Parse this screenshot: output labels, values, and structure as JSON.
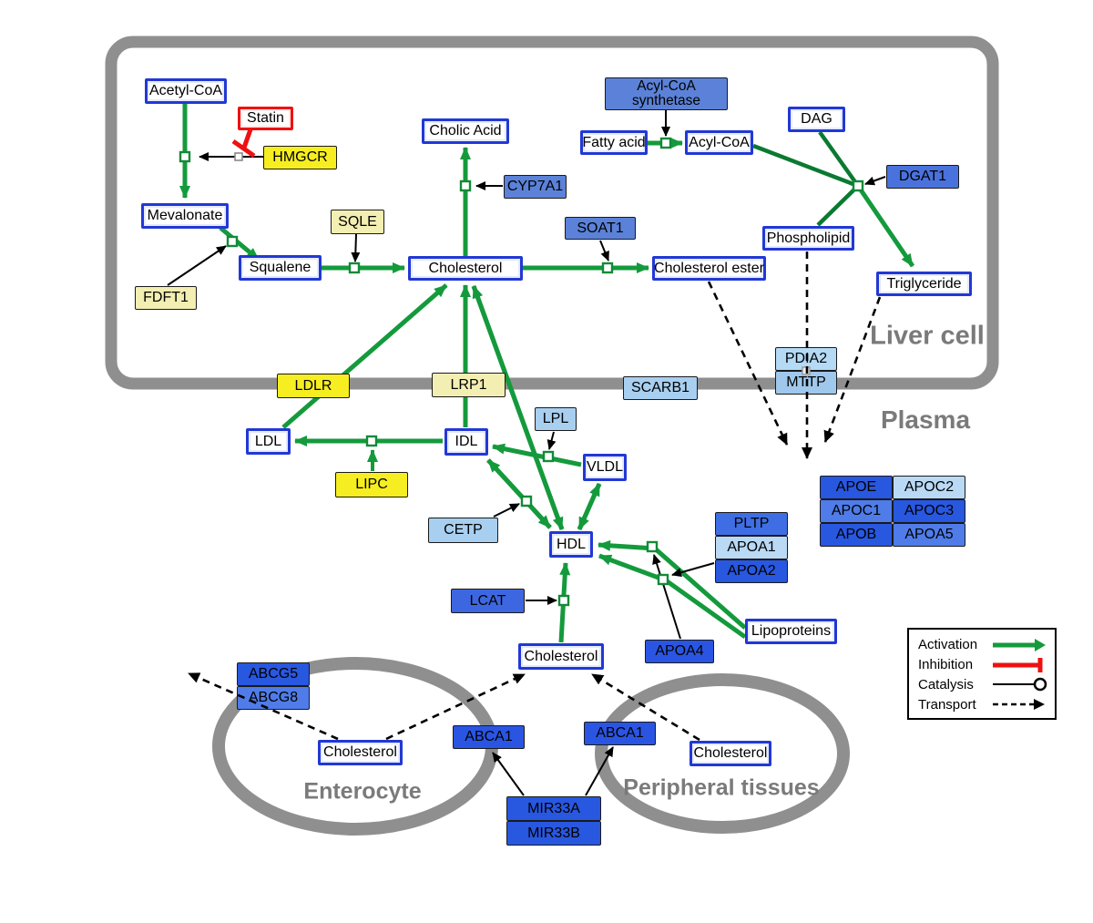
{
  "compartments": {
    "liver": {
      "label": "Liver cell"
    },
    "plasma": {
      "label": "Plasma"
    },
    "enterocyte": {
      "label": "Enterocyte"
    },
    "peripheral": {
      "label": "Peripheral tissues"
    }
  },
  "nodes": {
    "acetyl_coa": {
      "label": "Acetyl-CoA"
    },
    "statin": {
      "label": "Statin"
    },
    "hmgcr": {
      "label": "HMGCR"
    },
    "mevalonate": {
      "label": "Mevalonate"
    },
    "sqle": {
      "label": "SQLE"
    },
    "fdft1": {
      "label": "FDFT1"
    },
    "squalene": {
      "label": "Squalene"
    },
    "cholesterol_liver": {
      "label": "Cholesterol"
    },
    "cholic_acid": {
      "label": "Cholic Acid"
    },
    "cyp7a1": {
      "label": "CYP7A1"
    },
    "soat1": {
      "label": "SOAT1"
    },
    "cholesterol_ester": {
      "label": "Cholesterol ester"
    },
    "acyl_coa_synthetase": {
      "label": "Acyl-CoA synthetase"
    },
    "fatty_acid": {
      "label": "Fatty acid"
    },
    "acyl_coa": {
      "label": "Acyl-CoA"
    },
    "dag": {
      "label": "DAG"
    },
    "dgat1": {
      "label": "DGAT1"
    },
    "phospholipid": {
      "label": "Phospholipid"
    },
    "triglyceride": {
      "label": "Triglyceride"
    },
    "pdia2": {
      "label": "PDIA2"
    },
    "mttp": {
      "label": "MTTP"
    },
    "ldlr": {
      "label": "LDLR"
    },
    "lrp1": {
      "label": "LRP1"
    },
    "scarb1": {
      "label": "SCARB1"
    },
    "ldl": {
      "label": "LDL"
    },
    "idl": {
      "label": "IDL"
    },
    "lpl": {
      "label": "LPL"
    },
    "vldl": {
      "label": "VLDL"
    },
    "lipc": {
      "label": "LIPC"
    },
    "cetp": {
      "label": "CETP"
    },
    "hdl": {
      "label": "HDL"
    },
    "pltp": {
      "label": "PLTP"
    },
    "apoa1": {
      "label": "APOA1"
    },
    "apoa2": {
      "label": "APOA2"
    },
    "apoe": {
      "label": "APOE"
    },
    "apoc2": {
      "label": "APOC2"
    },
    "apoc1": {
      "label": "APOC1"
    },
    "apoc3": {
      "label": "APOC3"
    },
    "apob": {
      "label": "APOB"
    },
    "apoa5": {
      "label": "APOA5"
    },
    "lcat": {
      "label": "LCAT"
    },
    "apoa4": {
      "label": "APOA4"
    },
    "lipoproteins": {
      "label": "Lipoproteins"
    },
    "cholesterol_plasma": {
      "label": "Cholesterol"
    },
    "abcg5": {
      "label": "ABCG5"
    },
    "abcg8": {
      "label": "ABCG8"
    },
    "cholesterol_enterocyte": {
      "label": "Cholesterol"
    },
    "abca1_enterocyte": {
      "label": "ABCA1"
    },
    "abca1_peripheral": {
      "label": "ABCA1"
    },
    "cholesterol_peripheral": {
      "label": "Cholesterol"
    },
    "mir33a": {
      "label": "MIR33A"
    },
    "mir33b": {
      "label": "MIR33B"
    }
  },
  "legend": {
    "activation": "Activation",
    "inhibition": "Inhibition",
    "catalysis": "Catalysis",
    "transport": "Transport"
  },
  "colors": {
    "activation_green": "#149a3c",
    "dark_green": "#0a7a30",
    "inhibition_red": "#ee1111",
    "membrane_gray": "#8f8f8f",
    "metabolite_border_blue": "#2238d4",
    "bright_yellow": "#f6ee20",
    "pale_yellow": "#f3eeb2",
    "light_blue": "#a8cff0",
    "medium_blue": "#5b82d8",
    "strong_blue": "#2857e0"
  }
}
